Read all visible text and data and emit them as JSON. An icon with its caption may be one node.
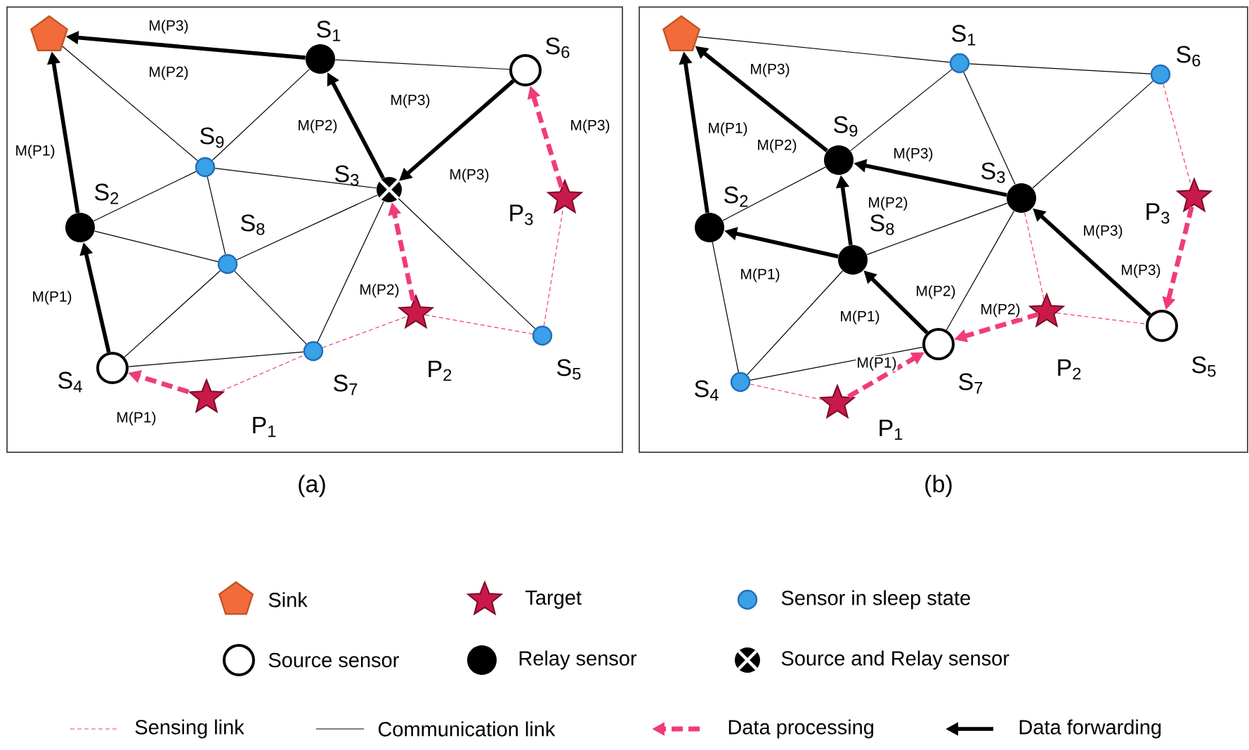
{
  "diagram": {
    "nodes": [
      {
        "text": [
          "(a)"
        ]
      },
      {
        "text": [],
        "shape": "pentagon",
        "in": 0
      },
      {
        "text": [],
        "shape": "circle",
        "beside": [
          "S$_{1}$"
        ],
        "in": 0
      },
      {
        "text": [],
        "shape": "circle",
        "beside": [
          "S$_{2}$"
        ],
        "in": 0
      },
      {
        "text": [],
        "shape": "circle",
        "beside": [
          "S$_{3}$"
        ],
        "in": 0
      },
      {
        "text": [],
        "shape": "circle",
        "beside": [
          "S$_{4}$"
        ],
        "in": 0
      },
      {
        "text": [],
        "shape": "circle",
        "beside": [
          "S$_{5}$"
        ],
        "in": 0
      },
      {
        "text": [],
        "shape": "circle",
        "beside": [
          "S$_{6}$"
        ],
        "in": 0
      },
      {
        "text": [],
        "shape": "circle",
        "beside": [
          "S$_{7}$"
        ],
        "in": 0
      },
      {
        "text": [],
        "shape": "circle",
        "beside": [
          "S$_{8}$"
        ],
        "in": 0
      },
      {
        "text": [],
        "shape": "circle",
        "beside": [
          "S$_{9}$"
        ],
        "in": 0
      },
      {
        "text": [],
        "shape": "star",
        "beside": [
          "P$_{1}$"
        ],
        "in": 0
      },
      {
        "text": [],
        "shape": "star",
        "beside": [
          "P$_{2}$"
        ],
        "in": 0
      },
      {
        "text": [],
        "shape": "star",
        "beside": [
          "P$_{3}$"
        ],
        "in": 0
      },
      {
        "text": [
          "(b)"
        ]
      },
      {
        "text": [],
        "shape": "pentagon",
        "in": 14
      },
      {
        "text": [],
        "shape": "circle",
        "beside": [
          "S$_{1}$"
        ],
        "in": 14
      },
      {
        "text": [],
        "shape": "circle",
        "beside": [
          "S$_{2}$"
        ],
        "in": 14
      },
      {
        "text": [],
        "shape": "circle",
        "beside": [
          "S$_{3}$"
        ],
        "in": 14
      },
      {
        "text": [],
        "shape": "circle",
        "beside": [
          "S$_{4}$"
        ],
        "in": 14
      },
      {
        "text": [],
        "shape": "circle",
        "beside": [
          "S$_{5}$"
        ],
        "in": 14
      },
      {
        "text": [],
        "shape": "circle",
        "beside": [
          "S$_{6}$"
        ],
        "in": 14
      },
      {
        "text": [],
        "shape": "circle",
        "beside": [
          "S$_{7}$"
        ],
        "in": 14
      },
      {
        "text": [],
        "shape": "circle",
        "beside": [
          "S$_{8}$"
        ],
        "in": 14
      },
      {
        "text": [],
        "shape": "circle",
        "beside": [
          "S$_{9}$"
        ],
        "in": 14
      },
      {
        "text": [],
        "shape": "star",
        "beside": [
          "P$_{1}$"
        ],
        "in": 14
      },
      {
        "text": [],
        "shape": "star",
        "beside": [
          "P$_{2}$"
        ],
        "in": 14
      },
      {
        "text": [],
        "shape": "star",
        "beside": [
          "P$_{3}$"
        ],
        "in": 14
      }
    ],
    "edges": [
      {
        "from": 2,
        "to": 1,
        "arrow": "to",
        "style": "thick",
        "label": "M(P3)"
      },
      {
        "from": 3,
        "to": 1,
        "arrow": "to",
        "style": "thick",
        "label": "M(P1)"
      },
      {
        "from": 5,
        "to": 3,
        "arrow": "to",
        "style": "thick",
        "label": "M(P1)"
      },
      {
        "from": 4,
        "to": 2,
        "arrow": "to",
        "style": "thick",
        "label": "M(P2)"
      },
      {
        "from": 7,
        "to": 4,
        "arrow": "to",
        "style": "thick",
        "label": "M(P3)"
      },
      {
        "from": 11,
        "to": 5,
        "arrow": "to",
        "style": "dashed",
        "color": "#f03c78",
        "label": "M(P1)"
      },
      {
        "from": 12,
        "to": 4,
        "arrow": "to",
        "style": "dashed",
        "color": "#f03c78",
        "label": "M(P2)"
      },
      {
        "from": 13,
        "to": 7,
        "arrow": "to",
        "style": "dashed",
        "color": "#f03c78",
        "label": "M(P3)"
      },
      {
        "from": 1,
        "to": 10,
        "arrow": "none"
      },
      {
        "from": 2,
        "to": 10,
        "arrow": "none"
      },
      {
        "from": 2,
        "to": 7,
        "arrow": "none"
      },
      {
        "from": 10,
        "to": 3,
        "arrow": "none"
      },
      {
        "from": 10,
        "to": 4,
        "arrow": "none"
      },
      {
        "from": 10,
        "to": 9,
        "arrow": "none"
      },
      {
        "from": 3,
        "to": 9,
        "arrow": "none"
      },
      {
        "from": 9,
        "to": 4,
        "arrow": "none"
      },
      {
        "from": 9,
        "to": 5,
        "arrow": "none"
      },
      {
        "from": 9,
        "to": 8,
        "arrow": "none"
      },
      {
        "from": 5,
        "to": 8,
        "arrow": "none"
      },
      {
        "from": 8,
        "to": 4,
        "arrow": "none"
      },
      {
        "from": 4,
        "to": 6,
        "arrow": "none"
      },
      {
        "from": 11,
        "to": 8,
        "arrow": "none",
        "style": "dashed",
        "color": "#f03c78"
      },
      {
        "from": 8,
        "to": 12,
        "arrow": "none",
        "style": "dashed",
        "color": "#f03c78"
      },
      {
        "from": 12,
        "to": 6,
        "arrow": "none",
        "style": "dashed",
        "color": "#f03c78"
      },
      {
        "from": 6,
        "to": 13,
        "arrow": "none",
        "style": "dashed",
        "color": "#f03c78"
      },
      {
        "from": 17,
        "to": 15,
        "arrow": "to",
        "style": "thick",
        "label": "M(P1)"
      },
      {
        "from": 24,
        "to": 15,
        "arrow": "to",
        "style": "thick",
        "label": "M(P3)"
      },
      {
        "from": 18,
        "to": 24,
        "arrow": "to",
        "style": "thick",
        "label": "M(P3)"
      },
      {
        "from": 23,
        "to": 24,
        "arrow": "to",
        "style": "thick",
        "label": "M(P2)"
      },
      {
        "from": 23,
        "to": 17,
        "arrow": "to",
        "style": "thick",
        "label": "M(P1)"
      },
      {
        "from": 22,
        "to": 23,
        "arrow": "to",
        "style": "thick",
        "label": "M(P2)"
      },
      {
        "from": 20,
        "to": 18,
        "arrow": "to",
        "style": "thick",
        "label": "M(P3)"
      },
      {
        "from": 25,
        "to": 22,
        "arrow": "to",
        "style": "dashed",
        "color": "#f03c78",
        "label": "M(P1)"
      },
      {
        "from": 26,
        "to": 22,
        "arrow": "to",
        "style": "dashed",
        "color": "#f03c78",
        "label": "M(P2)"
      },
      {
        "from": 27,
        "to": 20,
        "arrow": "to",
        "style": "dashed",
        "color": "#f03c78",
        "label": "M(P3)"
      },
      {
        "from": 15,
        "to": 16,
        "arrow": "none"
      },
      {
        "from": 16,
        "to": 21,
        "arrow": "none"
      },
      {
        "from": 16,
        "to": 24,
        "arrow": "none"
      },
      {
        "from": 16,
        "to": 18,
        "arrow": "none"
      },
      {
        "from": 21,
        "to": 18,
        "arrow": "none"
      },
      {
        "from": 24,
        "to": 17,
        "arrow": "none"
      },
      {
        "from": 18,
        "to": 23,
        "arrow": "none"
      },
      {
        "from": 18,
        "to": 22,
        "arrow": "none"
      },
      {
        "from": 17,
        "to": 19,
        "arrow": "none"
      },
      {
        "from": 23,
        "to": 19,
        "arrow": "none"
      },
      {
        "from": 19,
        "to": 22,
        "arrow": "none"
      },
      {
        "from": 19,
        "to": 25,
        "arrow": "none",
        "style": "dashed",
        "color": "#f03c78"
      },
      {
        "from": 18,
        "to": 26,
        "arrow": "none",
        "style": "dashed",
        "color": "#f03c78"
      },
      {
        "from": 26,
        "to": 20,
        "arrow": "none",
        "style": "dashed",
        "color": "#f03c78"
      },
      {
        "from": 21,
        "to": 27,
        "arrow": "none",
        "style": "dashed",
        "color": "#f03c78"
      }
    ],
    "labels": [
      "M(P2)",
      "M(P3)",
      "M(P2)",
      "M(P1)"
    ],
    "legend": [
      {
        "text": "Sink"
      },
      {
        "text": "Target"
      },
      {
        "text": "Sensor in sleep state"
      },
      {
        "text": "Source sensor"
      },
      {
        "text": "Relay sensor"
      },
      {
        "text": "Source and Relay sensor"
      },
      {
        "text": "Sensing link"
      },
      {
        "text": "Communication link"
      },
      {
        "text": "Data processing"
      },
      {
        "text": "Data forwarding"
      }
    ]
  }
}
